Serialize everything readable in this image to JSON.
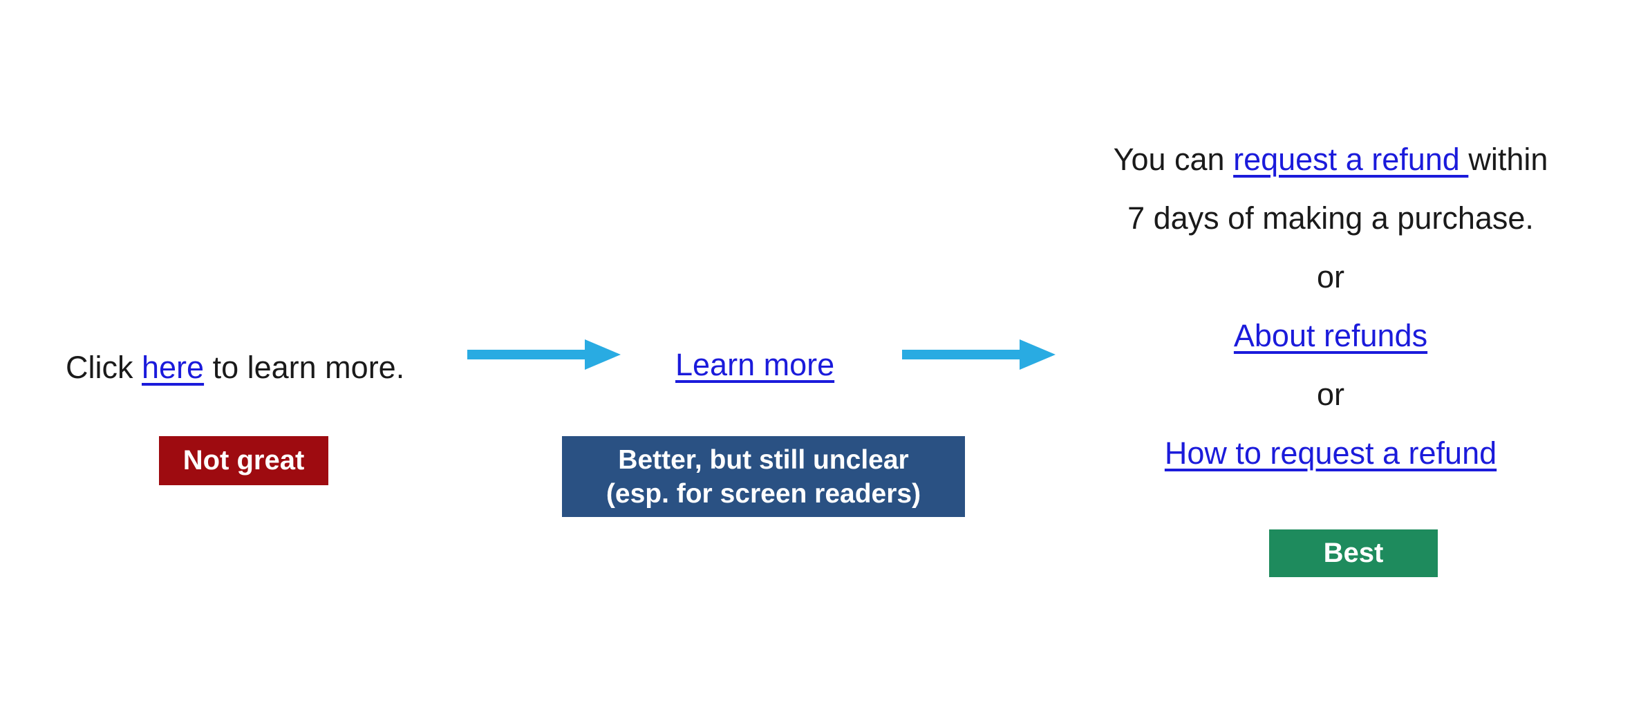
{
  "page": {
    "background": "#FFFFFF",
    "description_colors": {
      "link_blue": "#1B1BDB",
      "body_text": "#1A1A1A",
      "arrow_blue": "#29ABE2",
      "not_great_badge_bg": "#9E0B10",
      "better_badge_bg": "#2A5183",
      "best_badge_bg": "#1E8B5D",
      "badge_text": "#FFFFFF"
    }
  },
  "bad_example": {
    "sentence_prefix": "Click ",
    "link_text": "here",
    "sentence_suffix": " to learn more.",
    "verdict_label": "Not great"
  },
  "better_example": {
    "link_text": "Learn more",
    "verdict_line1": "Better, but still unclear",
    "verdict_line2": "(esp. for screen readers)"
  },
  "best_example": {
    "sentence_prefix": "You can ",
    "link_text": "request a refund ",
    "sentence_suffix": "within",
    "sentence_line2": "7 days of making a purchase.",
    "or_first": "or",
    "alt_link_about": "About refunds",
    "or_second": "or",
    "alt_link_how": "How to request a refund",
    "verdict_label": "Best"
  }
}
